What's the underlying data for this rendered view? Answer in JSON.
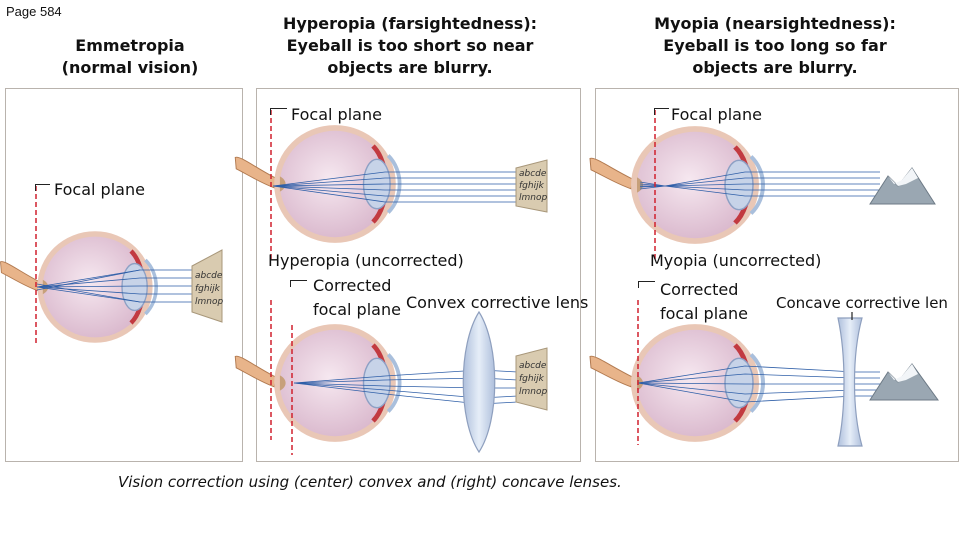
{
  "page_label": "Page 584",
  "panels": {
    "emmetropia": {
      "title_line1": "Emmetropia",
      "title_line2": "(normal vision)",
      "focal_label": "Focal plane",
      "chart_text": [
        "abcde",
        "fghijk",
        "lmnop"
      ]
    },
    "hyperopia": {
      "title_line1": "Hyperopia (farsightedness):",
      "title_line2": "Eyeball is too short so near",
      "title_line3": "objects are blurry.",
      "focal_label": "Focal plane",
      "uncorrected_label": "Hyperopia (uncorrected)",
      "corrected_line1": "Corrected",
      "corrected_line2": "focal plane",
      "lens_label": "Convex corrective lens",
      "chart_text": [
        "abcde",
        "fghijk",
        "lmnop"
      ]
    },
    "myopia": {
      "title_line1": "Myopia (nearsightedness):",
      "title_line2": "Eyeball is too long so far",
      "title_line3": "objects are blurry.",
      "focal_label": "Focal plane",
      "uncorrected_label": "Myopia (uncorrected)",
      "corrected_line1": "Corrected",
      "corrected_line2": "focal plane",
      "lens_label": "Concave corrective len"
    }
  },
  "caption": "Vision correction using (center) convex and (right) concave lenses.",
  "colors": {
    "focal_line": "#d0202e",
    "eye_sclera": "#f4e1dc",
    "eye_interior": "#ead3e2",
    "ray": "#2f5fa8",
    "lens": "#c9d6ea",
    "chart_card": "#d9cbb0",
    "mountain": "#9aa7b2",
    "panel_border": "#b9b3ad"
  }
}
